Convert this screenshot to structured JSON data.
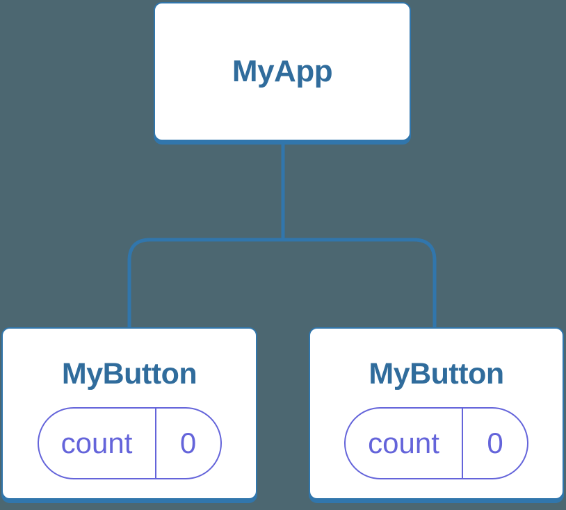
{
  "canvas": {
    "background": "#4C6771"
  },
  "colors": {
    "background": "#4C6771",
    "line_blue": "#3176AC",
    "node_text_blue": "#306C9C",
    "state_purple": "#6464DA",
    "card_white": "#FFFFFF"
  },
  "tree": {
    "root": {
      "label": "MyApp"
    },
    "children": [
      {
        "label": "MyButton",
        "state": {
          "name": "count",
          "value": "0"
        }
      },
      {
        "label": "MyButton",
        "state": {
          "name": "count",
          "value": "0"
        }
      }
    ]
  }
}
